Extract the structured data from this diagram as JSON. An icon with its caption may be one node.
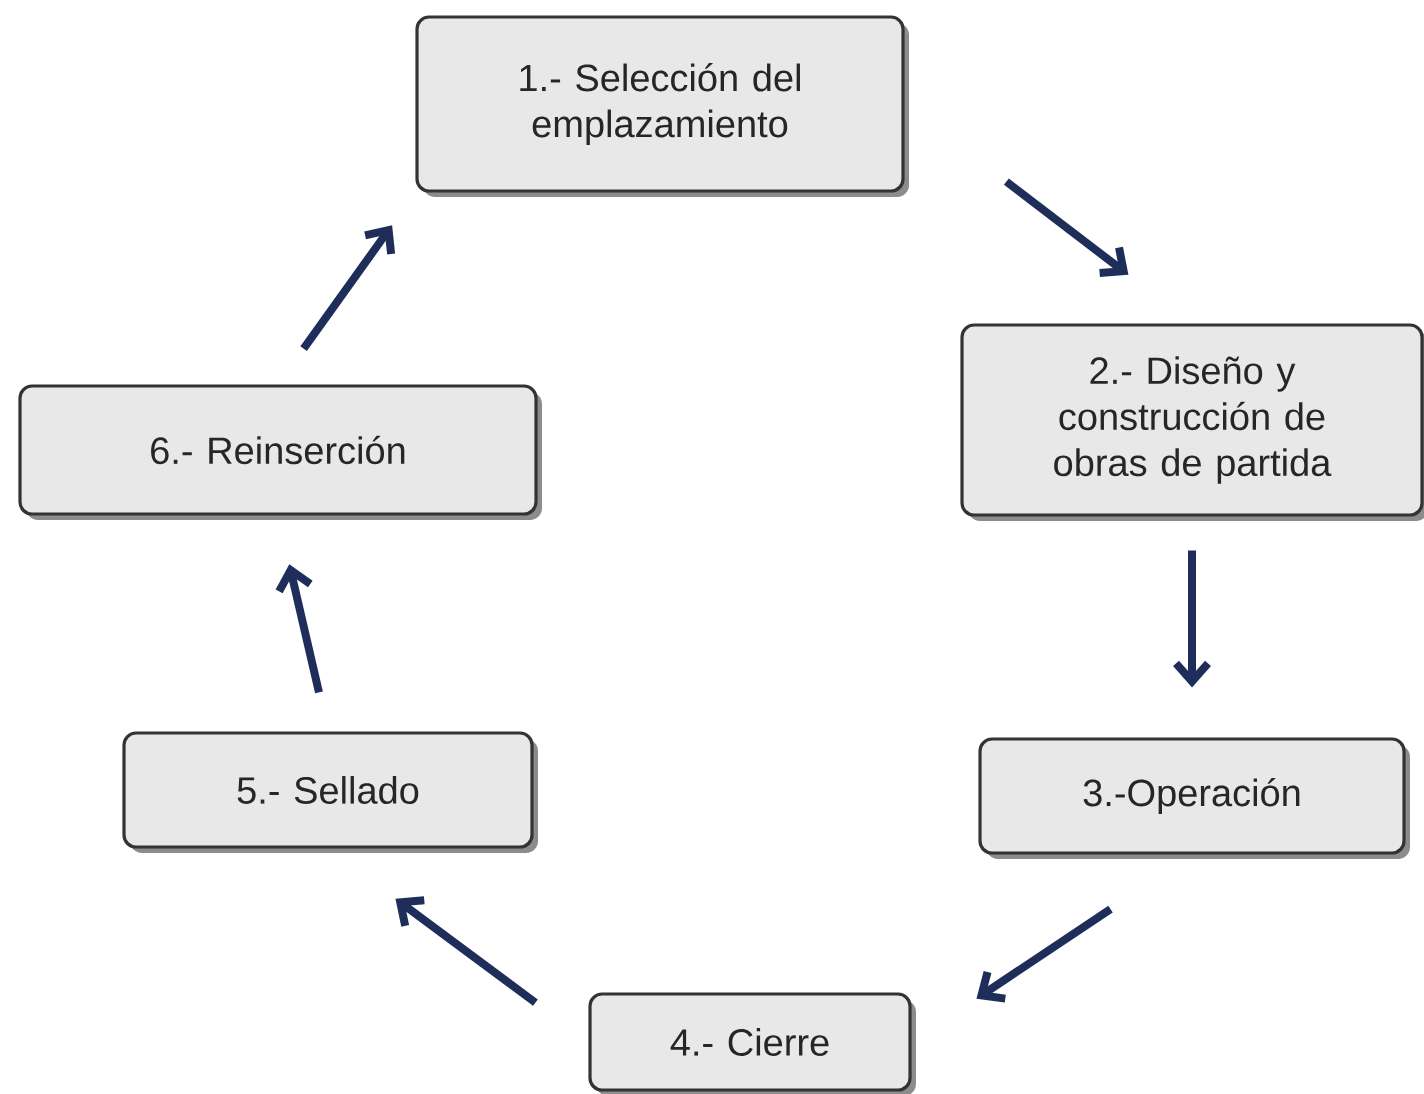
{
  "diagram": {
    "nodes": [
      {
        "text": [
          "1.- Selección del emplazamiento"
        ]
      },
      {
        "text": [
          "2.- Diseño y construcción de obras de partida"
        ]
      },
      {
        "text": [
          "3.-Operación"
        ]
      },
      {
        "text": [
          "4.- Cierre"
        ]
      },
      {
        "text": [
          "5.- Sellado"
        ]
      },
      {
        "text": [
          "6.- Reinserción"
        ]
      }
    ],
    "edges": [
      {
        "from": 0,
        "to": 1,
        "arrow": "to"
      },
      {
        "from": 1,
        "to": 2,
        "arrow": "to"
      },
      {
        "from": 2,
        "to": 3,
        "arrow": "to"
      },
      {
        "from": 3,
        "to": 4,
        "arrow": "to"
      },
      {
        "from": 4,
        "to": 5,
        "arrow": "to"
      },
      {
        "from": 5,
        "to": 0,
        "arrow": "to"
      }
    ]
  }
}
